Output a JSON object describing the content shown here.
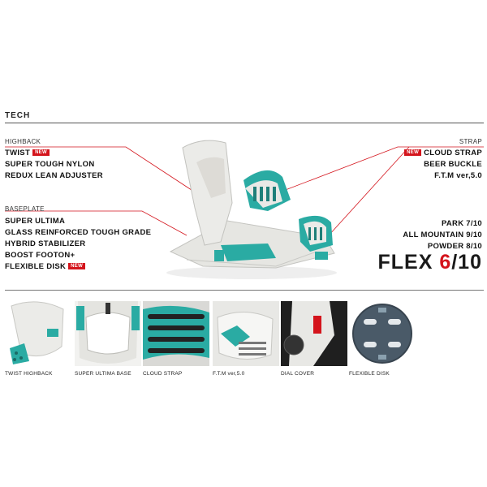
{
  "header": {
    "title": "TECH"
  },
  "highback": {
    "label": "HIGHBACK",
    "twist": "TWIST",
    "new": "NEW",
    "items": [
      "SUPER TOUGH NYLON",
      "REDUX LEAN ADJUSTER"
    ]
  },
  "baseplate": {
    "label": "BASEPLATE",
    "items": [
      "SUPER ULTIMA",
      "GLASS REINFORCED TOUGH GRADE",
      "HYBRID STABILIZER",
      "BOOST FOOTON+"
    ],
    "flexible_disk": "FLEXIBLE DISK",
    "new": "NEW"
  },
  "strap": {
    "label": "STRAP",
    "new": "NEW",
    "cloud_strap": "CLOUD STRAP",
    "items": [
      "BEER BUCKLE",
      "F.T.M ver,5.0"
    ]
  },
  "ratings": {
    "items": [
      "PARK 7/10",
      "ALL MOUNTAIN 9/10",
      "POWDER 8/10"
    ],
    "flex_prefix": "FLEX ",
    "flex_value": "6",
    "flex_suffix": "/10"
  },
  "thumbnails": [
    {
      "caption": "TWIST HIGHBACK"
    },
    {
      "caption": "SUPER ULTIMA BASE"
    },
    {
      "caption": "CLOUD STRAP"
    },
    {
      "caption": "F.T.M ver,5.0"
    },
    {
      "caption": "DIAL COVER"
    },
    {
      "caption": "FLEXIBLE DISK"
    }
  ],
  "colors": {
    "accent_red": "#d4141c",
    "teal": "#2aaba3",
    "dark": "#1a1a1a",
    "binding_white": "#ebebe8"
  }
}
